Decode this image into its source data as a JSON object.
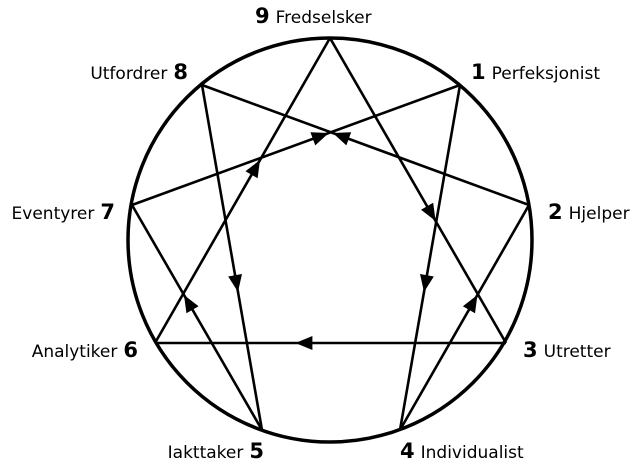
{
  "diagram": {
    "colors": {
      "stroke": "#000000",
      "background": "#ffffff"
    },
    "points": [
      {
        "number": "9",
        "name": "Fredselsker"
      },
      {
        "number": "1",
        "name": "Perfeksjonist"
      },
      {
        "number": "2",
        "name": "Hjelper"
      },
      {
        "number": "3",
        "name": "Utretter"
      },
      {
        "number": "4",
        "name": "Individualist"
      },
      {
        "number": "5",
        "name": "Iakttaker"
      },
      {
        "number": "6",
        "name": "Analytiker"
      },
      {
        "number": "7",
        "name": "Eventyrer"
      },
      {
        "number": "8",
        "name": "Utfordrer"
      }
    ],
    "arrows": [
      {
        "from": "9",
        "to": "3"
      },
      {
        "from": "3",
        "to": "6"
      },
      {
        "from": "6",
        "to": "9"
      },
      {
        "from": "1",
        "to": "4"
      },
      {
        "from": "4",
        "to": "2"
      },
      {
        "from": "2",
        "to": "8"
      },
      {
        "from": "8",
        "to": "5"
      },
      {
        "from": "5",
        "to": "7"
      },
      {
        "from": "7",
        "to": "1"
      }
    ]
  }
}
